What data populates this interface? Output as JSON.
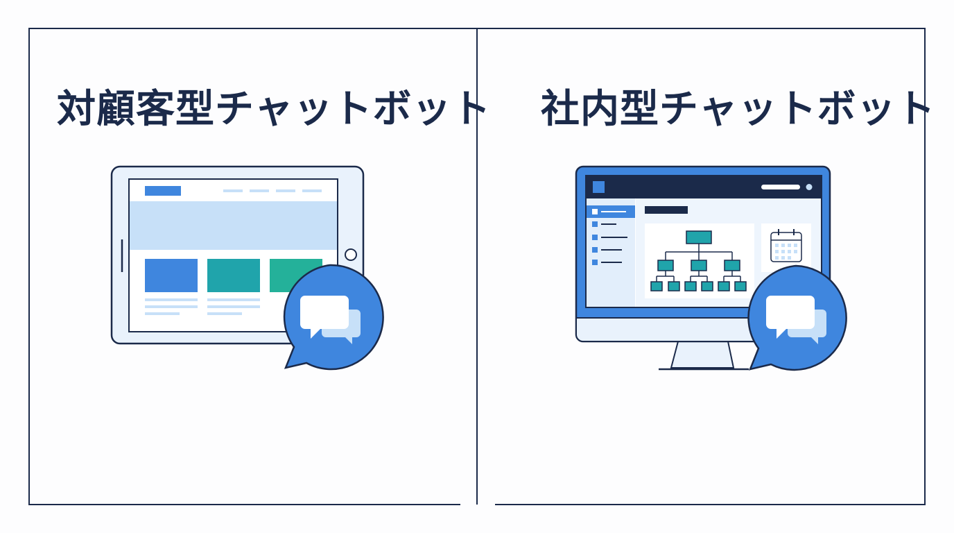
{
  "colors": {
    "title": "#1b2a4a",
    "border": "#1b2a4a",
    "accent_blue": "#3f86de",
    "light_blue": "#c7e0f8",
    "teal": "#20a4ab",
    "green_teal": "#24b19a",
    "navy": "#1b2a4a",
    "bubble_white": "#ffffff"
  },
  "panels": [
    {
      "id": "customer",
      "title": "対顧客型チャットボット",
      "device": "tablet-icon"
    },
    {
      "id": "internal",
      "title": "社内型チャットボット",
      "device": "desktop-monitor-icon"
    }
  ]
}
